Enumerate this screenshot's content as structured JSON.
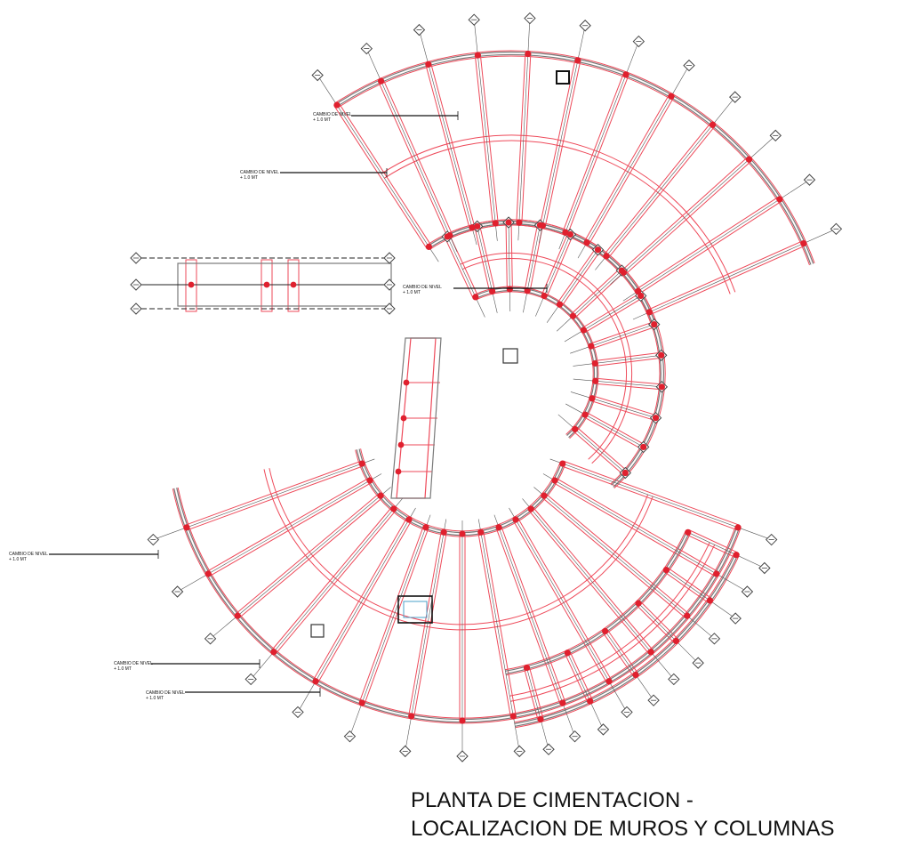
{
  "drawing": {
    "title_line_1": "PLANTA DE CIMENTACION -",
    "title_line_2": "LOCALIZACION DE  MUROS Y COLUMNAS",
    "level_note_line_1": "CAMBIO DE NIVEL",
    "level_note_line_2": "+ 1.0 MT",
    "colors": {
      "wall": "#7a7a7a",
      "footing": "#ee4a5a",
      "column": "#e0202e",
      "leader": "#111111"
    }
  }
}
